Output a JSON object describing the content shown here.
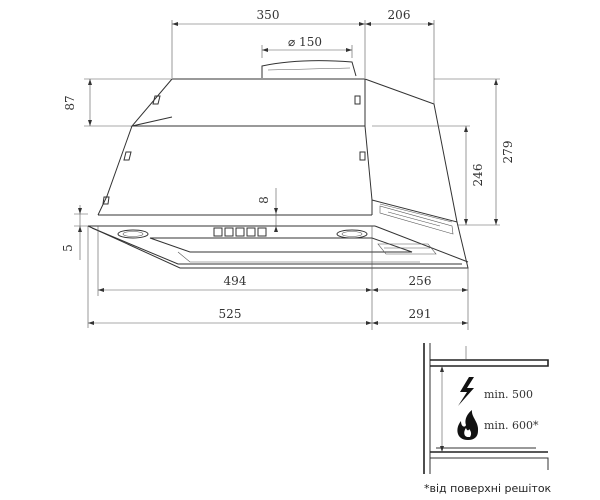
{
  "dimensions": {
    "top_width": "350",
    "top_depth": "206",
    "duct_diameter": "⌀ 150",
    "upper_height": "87",
    "side_height_inner": "246",
    "side_height_total": "279",
    "flange_height": "8",
    "bottom_thickness": "5",
    "panel_width": "494",
    "panel_depth": "256",
    "overall_width": "525",
    "overall_depth": "291"
  },
  "installation": {
    "min_electric": "min. 500",
    "min_gas": "min. 600*",
    "footnote": "*від поверхні решіток"
  }
}
